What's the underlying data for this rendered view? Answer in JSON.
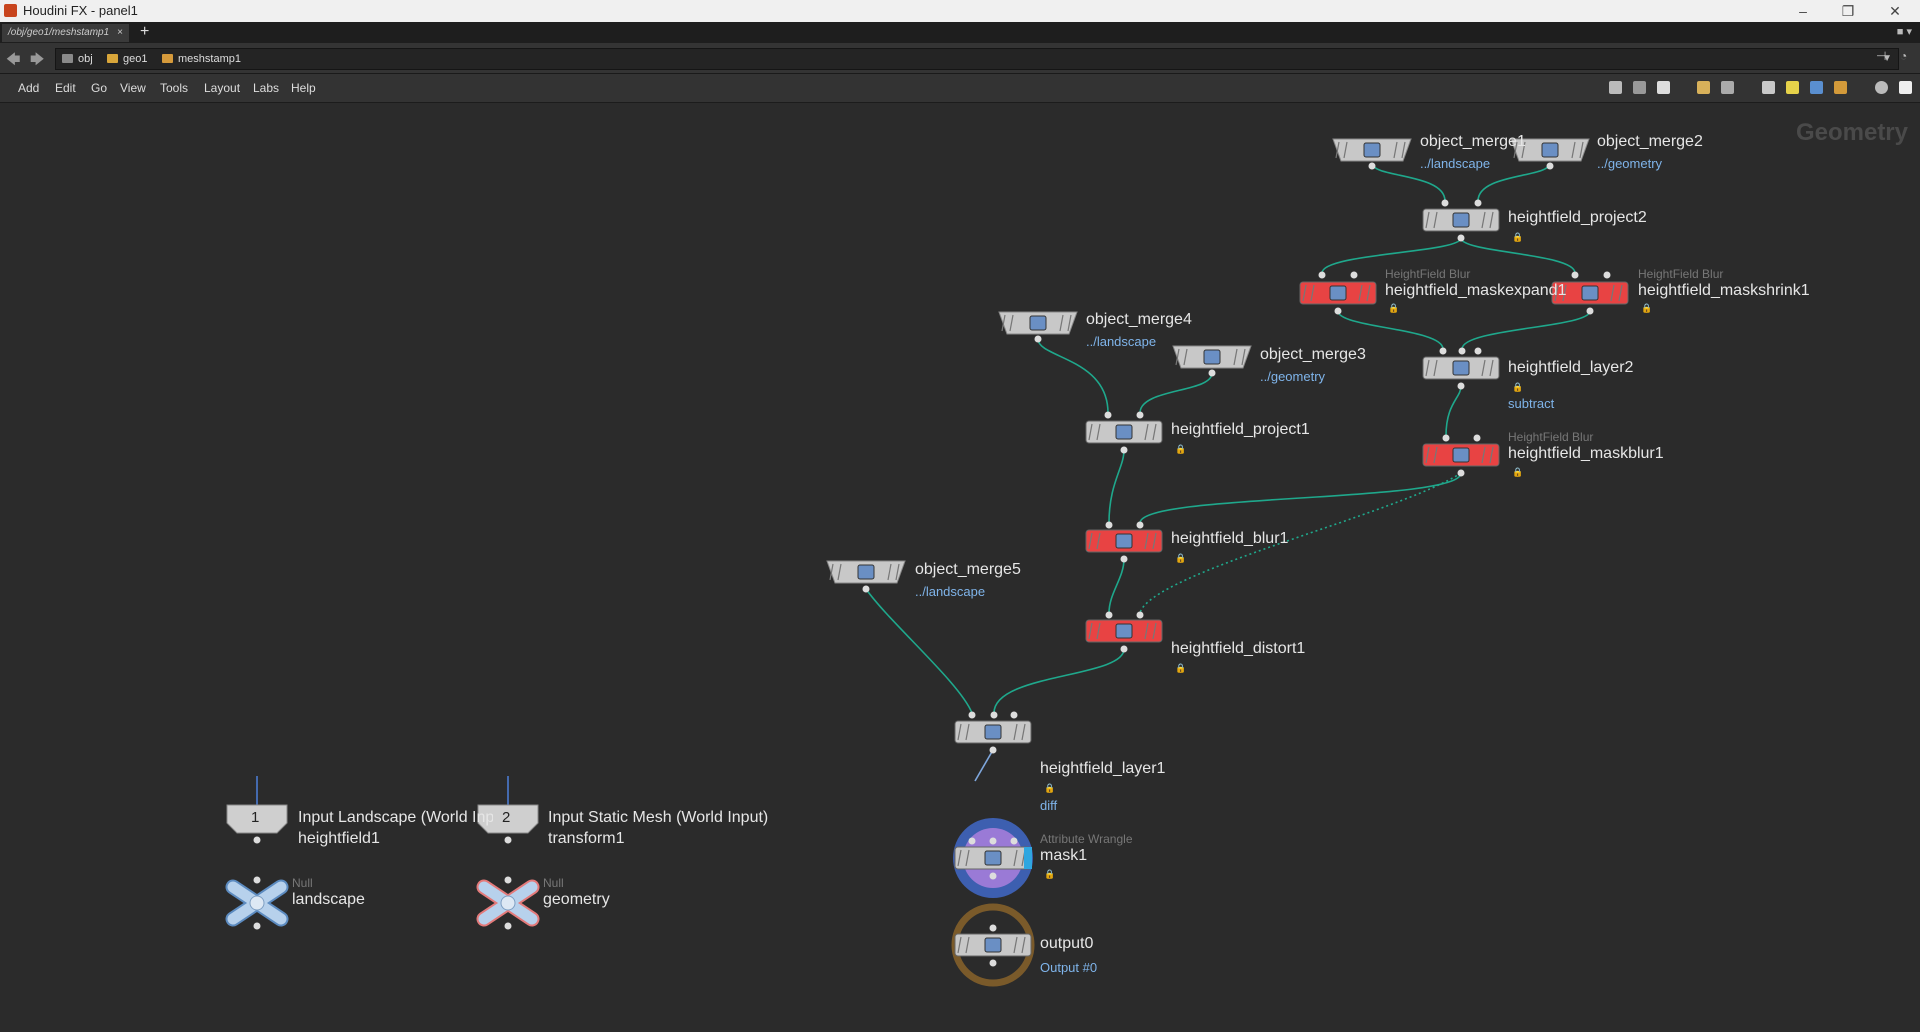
{
  "window": {
    "title": "Houdini FX - panel1",
    "minimize": "–",
    "restore": "❐",
    "close": "✕"
  },
  "tabs": [
    {
      "label": "/obj/geo1/meshstamp1",
      "close": "×"
    }
  ],
  "tab_add": "+",
  "breadcrumbs": [
    {
      "label": "obj",
      "icon": "obj-network-icon"
    },
    {
      "label": "geo1",
      "icon": "geo-icon"
    },
    {
      "label": "meshstamp1",
      "icon": "hda-box-icon"
    }
  ],
  "menu": [
    "Add",
    "Edit",
    "Go",
    "View",
    "Tools",
    "Layout",
    "Labs",
    "Help"
  ],
  "context_label": "Geometry",
  "nodes": {
    "object_merge1": {
      "name": "object_merge1",
      "sub": "../landscape"
    },
    "object_merge2": {
      "name": "object_merge2",
      "sub": "../geometry"
    },
    "heightfield_project2": {
      "name": "heightfield_project2"
    },
    "heightfield_maskexpand1": {
      "type": "HeightField Blur",
      "name": "heightfield_maskexpand1"
    },
    "heightfield_maskshrink1": {
      "type": "HeightField Blur",
      "name": "heightfield_maskshrink1"
    },
    "object_merge4": {
      "name": "object_merge4",
      "sub": "../landscape"
    },
    "object_merge3": {
      "name": "object_merge3",
      "sub": "../geometry"
    },
    "heightfield_layer2": {
      "name": "heightfield_layer2",
      "sub": "subtract"
    },
    "heightfield_project1": {
      "name": "heightfield_project1"
    },
    "heightfield_maskblur1": {
      "type": "HeightField Blur",
      "name": "heightfield_maskblur1"
    },
    "heightfield_blur1": {
      "name": "heightfield_blur1"
    },
    "object_merge5": {
      "name": "object_merge5",
      "sub": "../landscape"
    },
    "heightfield_distort1": {
      "name": "heightfield_distort1"
    },
    "heightfield_layer1": {
      "name": "heightfield_layer1",
      "sub": "diff"
    },
    "input1": {
      "num": "1",
      "name": "Input Landscape (World Input)",
      "name2": "heightfield1"
    },
    "input2": {
      "num": "2",
      "name": "Input Static Mesh (World Input)",
      "name2": "transform1"
    },
    "mask1": {
      "type": "Attribute Wrangle",
      "name": "mask1"
    },
    "landscape": {
      "type": "Null",
      "name": "landscape"
    },
    "geometry": {
      "type": "Null",
      "name": "geometry"
    },
    "output0": {
      "name": "output0",
      "sub": "Output #0"
    }
  },
  "colors": {
    "canvas": "#2b2b2b",
    "wire": "#1fa88c",
    "node_gray": "#c8c8c8",
    "node_red": "#e84343",
    "sub_text": "#7fb4ea"
  }
}
